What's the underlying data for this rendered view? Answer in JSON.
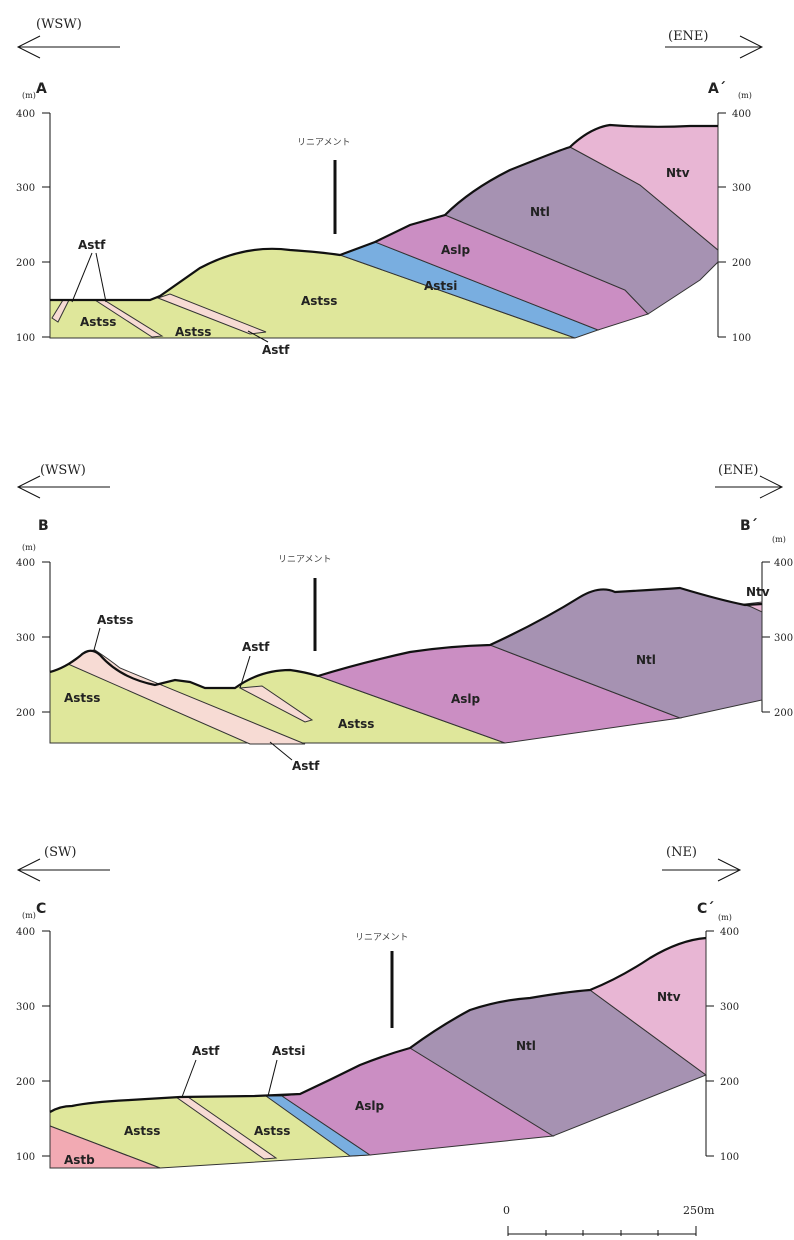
{
  "colors": {
    "Astss": "#dfe79b",
    "Astf": "#f7dbd4",
    "Astsi": "#79aee0",
    "Aslp": "#cb8ec3",
    "Ntl": "#a692b2",
    "Ntv": "#e8b6d4",
    "Astb": "#f2aab3"
  },
  "lineament_label": "リニアメント",
  "units": {
    "Astss": "Astss",
    "Astf": "Astf",
    "Astsi": "Astsi",
    "Aslp": "Aslp",
    "Ntl": "Ntl",
    "Ntv": "Ntv",
    "Astb": "Astb"
  },
  "sections": [
    {
      "id": "A",
      "left_label": "A",
      "right_label": "A´",
      "left_dir": "(WSW)",
      "right_dir": "(ENE)",
      "unit_label": "(m)",
      "ticks": [
        "400",
        "300",
        "200",
        "100"
      ]
    },
    {
      "id": "B",
      "left_label": "B",
      "right_label": "B´",
      "left_dir": "(WSW)",
      "right_dir": "(ENE)",
      "unit_label": "(m)",
      "ticks": [
        "400",
        "300",
        "200"
      ]
    },
    {
      "id": "C",
      "left_label": "C",
      "right_label": "C´",
      "left_dir": "(SW)",
      "right_dir": "(NE)",
      "unit_label": "(m)",
      "ticks": [
        "400",
        "300",
        "200",
        "100"
      ]
    }
  ],
  "scale": {
    "start": "0",
    "end": "250m"
  }
}
